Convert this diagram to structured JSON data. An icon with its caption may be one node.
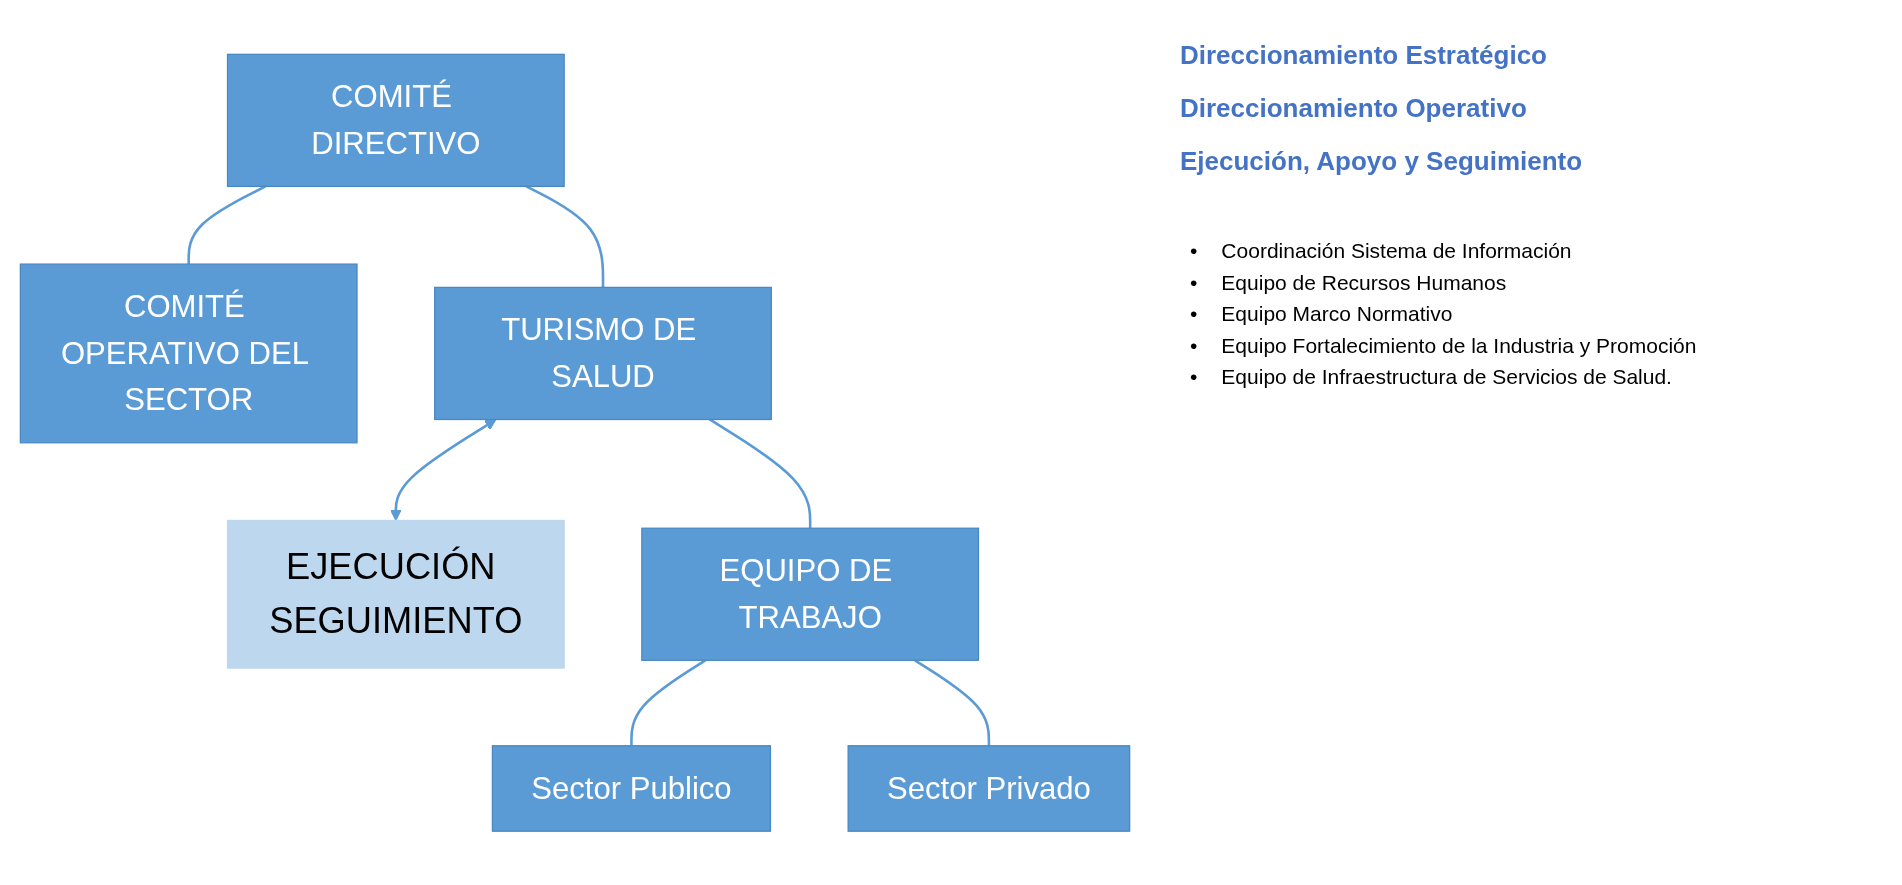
{
  "diagram": {
    "nodes": [
      {
        "text": [
          "COMITÉ DIRECTIVO"
        ]
      },
      {
        "text": [
          "COMITÉ OPERATIVO DEL SECTOR"
        ]
      },
      {
        "text": [
          "TURISMO DE SALUD"
        ]
      },
      {
        "text": [
          "EJECUCIÓN SEGUIMIENTO"
        ]
      },
      {
        "text": [
          "EQUIPO DE TRABAJO"
        ]
      },
      {
        "text": [
          "Sector Publico"
        ]
      },
      {
        "text": [
          "Sector Privado"
        ]
      }
    ],
    "edges": [
      {
        "from": 0,
        "to": 1,
        "arrow": "none"
      },
      {
        "from": 0,
        "to": 2,
        "arrow": "none"
      },
      {
        "from": 2,
        "to": 3,
        "arrow": "both"
      },
      {
        "from": 2,
        "to": 4,
        "arrow": "none"
      },
      {
        "from": 4,
        "to": 5,
        "arrow": "none"
      },
      {
        "from": 4,
        "to": 6,
        "arrow": "none"
      }
    ],
    "labels": [
      "Direccionamiento Estratégico",
      "Direccionamiento Operativo",
      "Ejecución, Apoyo y Seguimiento",
      "•",
      "Coordinación Sistema de Información",
      "•",
      "Equipo de Recursos Humanos",
      "•",
      "Equipo Marco Normativo",
      "•",
      "Equipo Fortalecimiento de la Industria y Promoción",
      "•",
      "Equipo de Infraestructura de Servicios de Salud."
    ]
  }
}
